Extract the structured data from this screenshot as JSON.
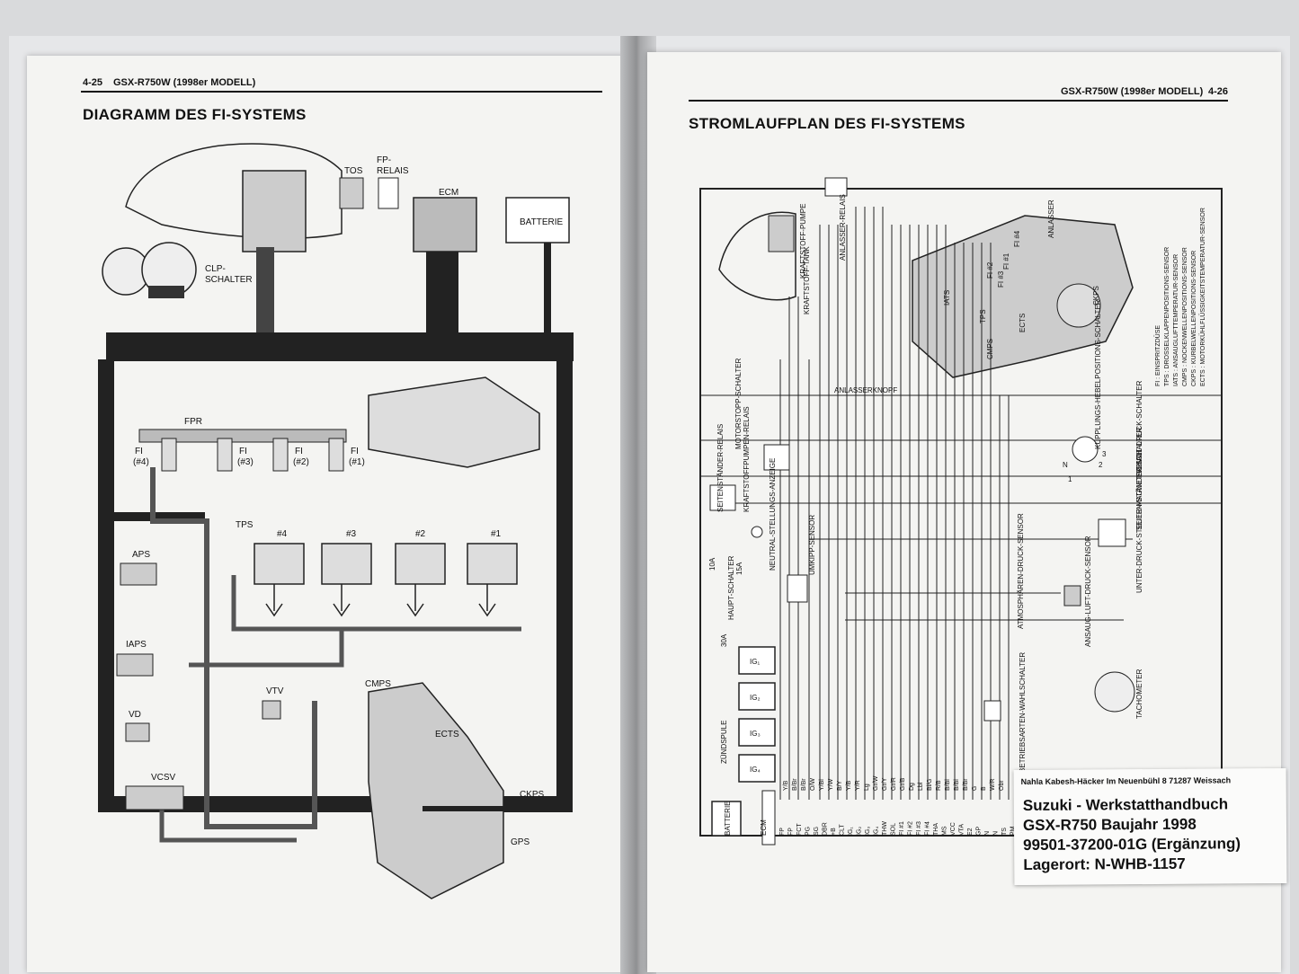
{
  "left_page": {
    "page_number": "4-25",
    "header_model": "GSX-R750W (1998er MODELL)",
    "title": "DIAGRAMM DES FI-SYSTEMS",
    "labels": {
      "tos": "TOS",
      "fp_relais_1": "FP-",
      "fp_relais_2": "RELAIS",
      "ecm": "ECM",
      "batterie": "BATTERIE",
      "clp_1": "CLP-",
      "clp_2": "SCHALTER",
      "fpr": "FPR",
      "fi4_a": "FI",
      "fi4_b": "(#4)",
      "fi3_a": "FI",
      "fi3_b": "(#3)",
      "fi2_a": "FI",
      "fi2_b": "(#2)",
      "fi1_a": "FI",
      "fi1_b": "(#1)",
      "tps": "TPS",
      "cyl4": "#4",
      "cyl3": "#3",
      "cyl2": "#2",
      "cyl1": "#1",
      "aps": "APS",
      "iaps": "IAPS",
      "vtv": "VTV",
      "vd": "VD",
      "vcsv": "VCSV",
      "cmps": "CMPS",
      "ects": "ECTS",
      "ckps": "CKPS",
      "gps": "GPS"
    }
  },
  "right_page": {
    "page_number": "4-26",
    "header_model": "GSX-R750W (1998er MODELL)",
    "title": "STROMLAUFPLAN DES FI-SYSTEMS",
    "labels": {
      "kraftstofftank": "KRAFTSTOFF-TANK",
      "kraftstoffpumpe": "KRAFTSTOFF-PUMPE",
      "anlasserrelais": "ANLASSER-RELAIS",
      "anlasser": "ANLASSER",
      "anlasserknopf": "ANLASSERKNOPF",
      "motorstopp": "MOTORSTOPP-SCHALTER",
      "seitenstaender_relais": "SEITENSTÄNDER-RELAIS",
      "kraftstoffpumpen_relais": "KRAFTSTOFFPUMPEN-RELAIS",
      "kupplung": "KUPPLUNGS-HEBELPOSITIONS-SCHALTER",
      "schaltdruck": "SCHALT-DRUCK-SCHALTER",
      "seitenstaender_schalter": "SEITEN-STÄNDER-SCHALTER",
      "unterdruck": "UNTER-DRUCK-STEUER-MAGNET-VENTIL",
      "neutral": "NEUTRAL-STELLUNGS-ANZEIGE",
      "umkipp": "UMKIPP-SENSOR",
      "hauptschalter": "HAUPT-SCHALTER",
      "atmos": "ATMOSPHÄREN-DRUCK-SENSOR",
      "ansaug": "ANSAUG-LUFT-DRUCK-SENSOR",
      "zuendspule": "ZÜNDSPULE",
      "tachometer": "TACHOMETER",
      "betriebsarten": "BETRIEBSARTEN-WAHLSCHALTER",
      "batterie": "BATTERIE",
      "ecm": "ECM",
      "fuse_10a": "10A",
      "fuse_15a": "15A",
      "fuse_30a": "30A",
      "ig1": "IG₁",
      "ig2": "IG₂",
      "ig3": "IG₃",
      "ig4": "IG₄",
      "fi1": "FI #1",
      "fi2": "FI #2",
      "fi3": "FI #3",
      "fi4": "FI #4",
      "iats": "IATS",
      "ects": "ECTS",
      "ckps": "CKPS",
      "cmps": "CMPS",
      "tps": "TPS",
      "num_n": "N",
      "num_1": "1",
      "num_2": "2",
      "num_3": "3"
    },
    "legend": [
      "FI : EINSPRITZDÜSE",
      "TPS : DROSSELKLAPPENPOSITIONS-SENSOR",
      "IATS : ANSAUGLUFTTEMPERATUR-SENSOR",
      "CMPS : NOCKENWELLENPOSITIONS-SENSOR",
      "CKPS : KURBELWELLENPOSITIONS-SENSOR",
      "ECTS : MOTORKÜHLFLÜSSIGKEITSTEMPERATUR-SENSOR"
    ],
    "terminals": [
      "FP",
      "FP",
      "FCT",
      "PG",
      "SG",
      "DBR",
      "+B",
      "CLT",
      "IG₁",
      "IG₂",
      "IG₃",
      "IG₄",
      "THW",
      "SOL",
      "FI #1",
      "FI #2",
      "FI #3",
      "FI #4",
      "THA",
      "MS",
      "VCC",
      "VTA",
      "E2",
      "GP",
      "N",
      "N",
      "TS",
      "PM"
    ],
    "wire_colors": [
      "Y/B",
      "B/Br",
      "B/Br",
      "O/W",
      "Y/Bl",
      "Y/W",
      "B/Y",
      "Y/B",
      "Y/R",
      "Lg",
      "Gr/W",
      "Gr/Y",
      "Gr/R",
      "Gr/B",
      "Dg",
      "Lbl",
      "Bl/G",
      "R/B",
      "B/Bl",
      "B/Bl",
      "B/Br",
      "G",
      "B",
      "W/R",
      "Obr"
    ]
  },
  "sticker": {
    "line1": "Nahla Kabesh-Häcker  Im Neuenbühl 8  71287 Weissach",
    "line2": "Suzuki - Werkstatthandbuch",
    "line3": "GSX-R750 Baujahr 1998",
    "line4": "99501-37200-01G  (Ergänzung)",
    "line5": "Lagerort: N-WHB-1157"
  }
}
